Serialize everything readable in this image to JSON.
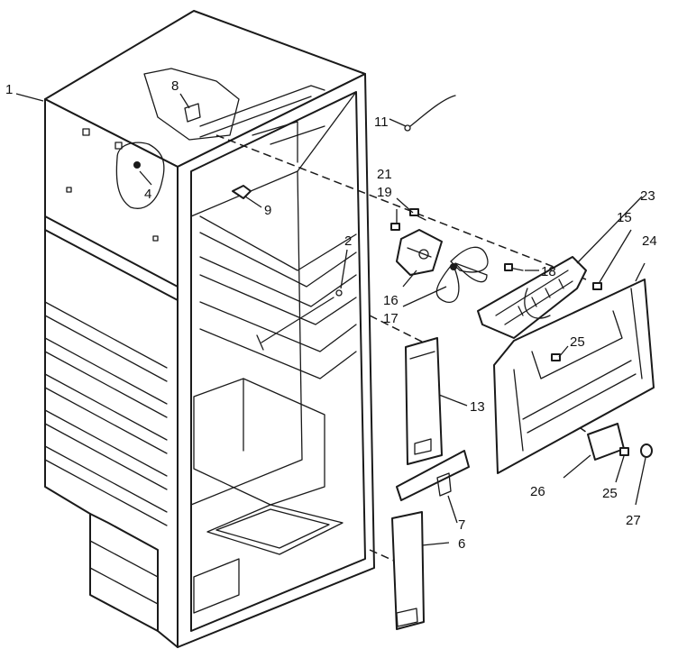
{
  "callouts": [
    {
      "id": "c1",
      "text": "1"
    },
    {
      "id": "c2",
      "text": "2"
    },
    {
      "id": "c4",
      "text": "4"
    },
    {
      "id": "c6",
      "text": "6"
    },
    {
      "id": "c7",
      "text": "7"
    },
    {
      "id": "c8",
      "text": "8"
    },
    {
      "id": "c9",
      "text": "9"
    },
    {
      "id": "c11",
      "text": "11"
    },
    {
      "id": "c13",
      "text": "13"
    },
    {
      "id": "c15",
      "text": "15"
    },
    {
      "id": "c16",
      "text": "16"
    },
    {
      "id": "c17",
      "text": "17"
    },
    {
      "id": "c18",
      "text": "18"
    },
    {
      "id": "c19",
      "text": "19"
    },
    {
      "id": "c21",
      "text": "21"
    },
    {
      "id": "c23",
      "text": "23"
    },
    {
      "id": "c24",
      "text": "24"
    },
    {
      "id": "c25a",
      "text": "25"
    },
    {
      "id": "c25b",
      "text": "25"
    },
    {
      "id": "c26",
      "text": "26"
    },
    {
      "id": "c27",
      "text": "27"
    }
  ]
}
